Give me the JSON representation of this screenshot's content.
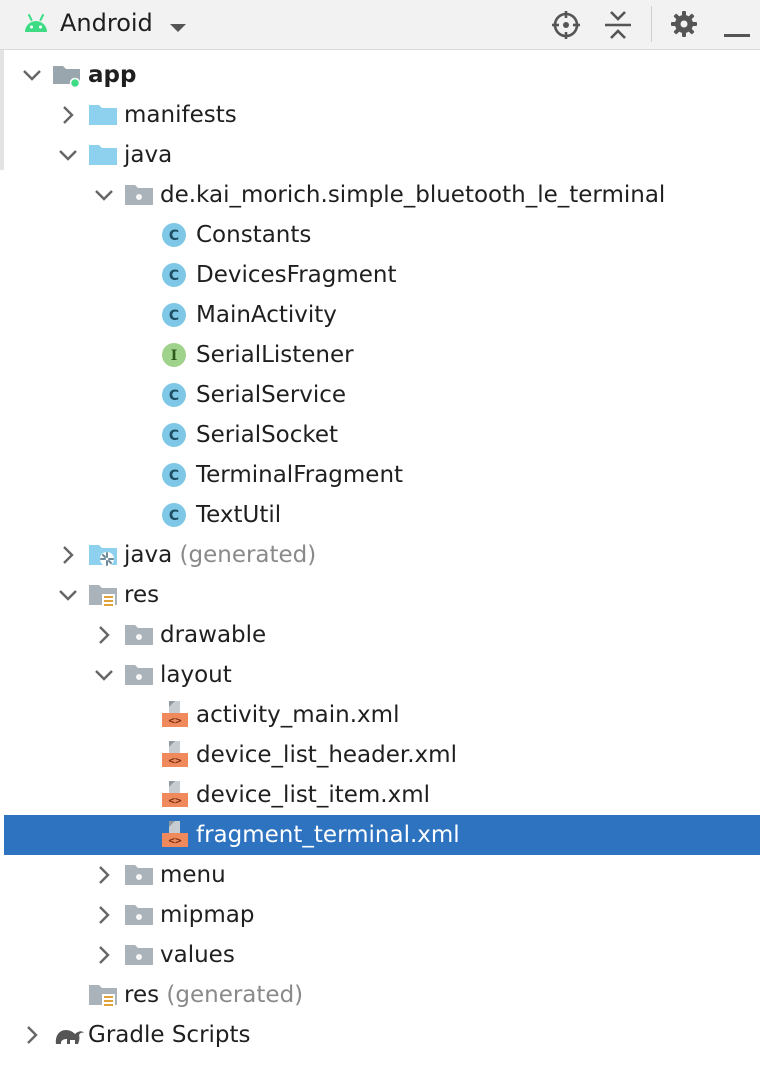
{
  "toolbar": {
    "view_mode": "Android",
    "icons": [
      "android-icon",
      "dropdown-arrow-icon",
      "locate-icon",
      "collapse-all-icon",
      "gear-icon",
      "minimize-icon"
    ]
  },
  "tree": {
    "rows": [
      {
        "label": "app",
        "suffix": "",
        "depth": 0,
        "expanded": true,
        "icon": "module-folder-icon",
        "bold": true
      },
      {
        "label": "manifests",
        "suffix": "",
        "depth": 1,
        "expanded": false,
        "icon": "folder-icon"
      },
      {
        "label": "java",
        "suffix": "",
        "depth": 1,
        "expanded": true,
        "icon": "folder-icon"
      },
      {
        "label": "de.kai_morich.simple_bluetooth_le_terminal",
        "suffix": "",
        "depth": 2,
        "expanded": true,
        "icon": "package-icon"
      },
      {
        "label": "Constants",
        "suffix": "",
        "depth": 3,
        "leaf": true,
        "icon": "class-icon"
      },
      {
        "label": "DevicesFragment",
        "suffix": "",
        "depth": 3,
        "leaf": true,
        "icon": "class-icon"
      },
      {
        "label": "MainActivity",
        "suffix": "",
        "depth": 3,
        "leaf": true,
        "icon": "class-icon"
      },
      {
        "label": "SerialListener",
        "suffix": "",
        "depth": 3,
        "leaf": true,
        "icon": "interface-icon"
      },
      {
        "label": "SerialService",
        "suffix": "",
        "depth": 3,
        "leaf": true,
        "icon": "class-icon"
      },
      {
        "label": "SerialSocket",
        "suffix": "",
        "depth": 3,
        "leaf": true,
        "icon": "class-icon"
      },
      {
        "label": "TerminalFragment",
        "suffix": "",
        "depth": 3,
        "leaf": true,
        "icon": "class-icon"
      },
      {
        "label": "TextUtil",
        "suffix": "",
        "depth": 3,
        "leaf": true,
        "icon": "class-icon"
      },
      {
        "label": "java",
        "suffix": "(generated)",
        "depth": 1,
        "expanded": false,
        "icon": "generated-folder-icon"
      },
      {
        "label": "res",
        "suffix": "",
        "depth": 1,
        "expanded": true,
        "icon": "resource-folder-icon"
      },
      {
        "label": "drawable",
        "suffix": "",
        "depth": 2,
        "expanded": false,
        "icon": "package-icon"
      },
      {
        "label": "layout",
        "suffix": "",
        "depth": 2,
        "expanded": true,
        "icon": "package-icon"
      },
      {
        "label": "activity_main.xml",
        "suffix": "",
        "depth": 3,
        "leaf": true,
        "icon": "layout-xml-icon"
      },
      {
        "label": "device_list_header.xml",
        "suffix": "",
        "depth": 3,
        "leaf": true,
        "icon": "layout-xml-icon"
      },
      {
        "label": "device_list_item.xml",
        "suffix": "",
        "depth": 3,
        "leaf": true,
        "icon": "layout-xml-icon"
      },
      {
        "label": "fragment_terminal.xml",
        "suffix": "",
        "depth": 3,
        "leaf": true,
        "icon": "layout-xml-icon",
        "selected": true
      },
      {
        "label": "menu",
        "suffix": "",
        "depth": 2,
        "expanded": false,
        "icon": "package-icon"
      },
      {
        "label": "mipmap",
        "suffix": "",
        "depth": 2,
        "expanded": false,
        "icon": "package-icon"
      },
      {
        "label": "values",
        "suffix": "",
        "depth": 2,
        "expanded": false,
        "icon": "package-icon"
      },
      {
        "label": "res",
        "suffix": "(generated)",
        "depth": 1,
        "leaf": true,
        "icon": "resource-folder-icon"
      },
      {
        "label": "Gradle Scripts",
        "suffix": "",
        "depth": 0,
        "expanded": false,
        "icon": "gradle-icon"
      }
    ]
  },
  "colors": {
    "selection": "#2d73c0",
    "class_icon": "#7ec7e6",
    "interface_icon": "#9fd28a",
    "folder": "#8ed1ef",
    "xml_badge": "#f08a5d",
    "android_green": "#3ddc84"
  }
}
